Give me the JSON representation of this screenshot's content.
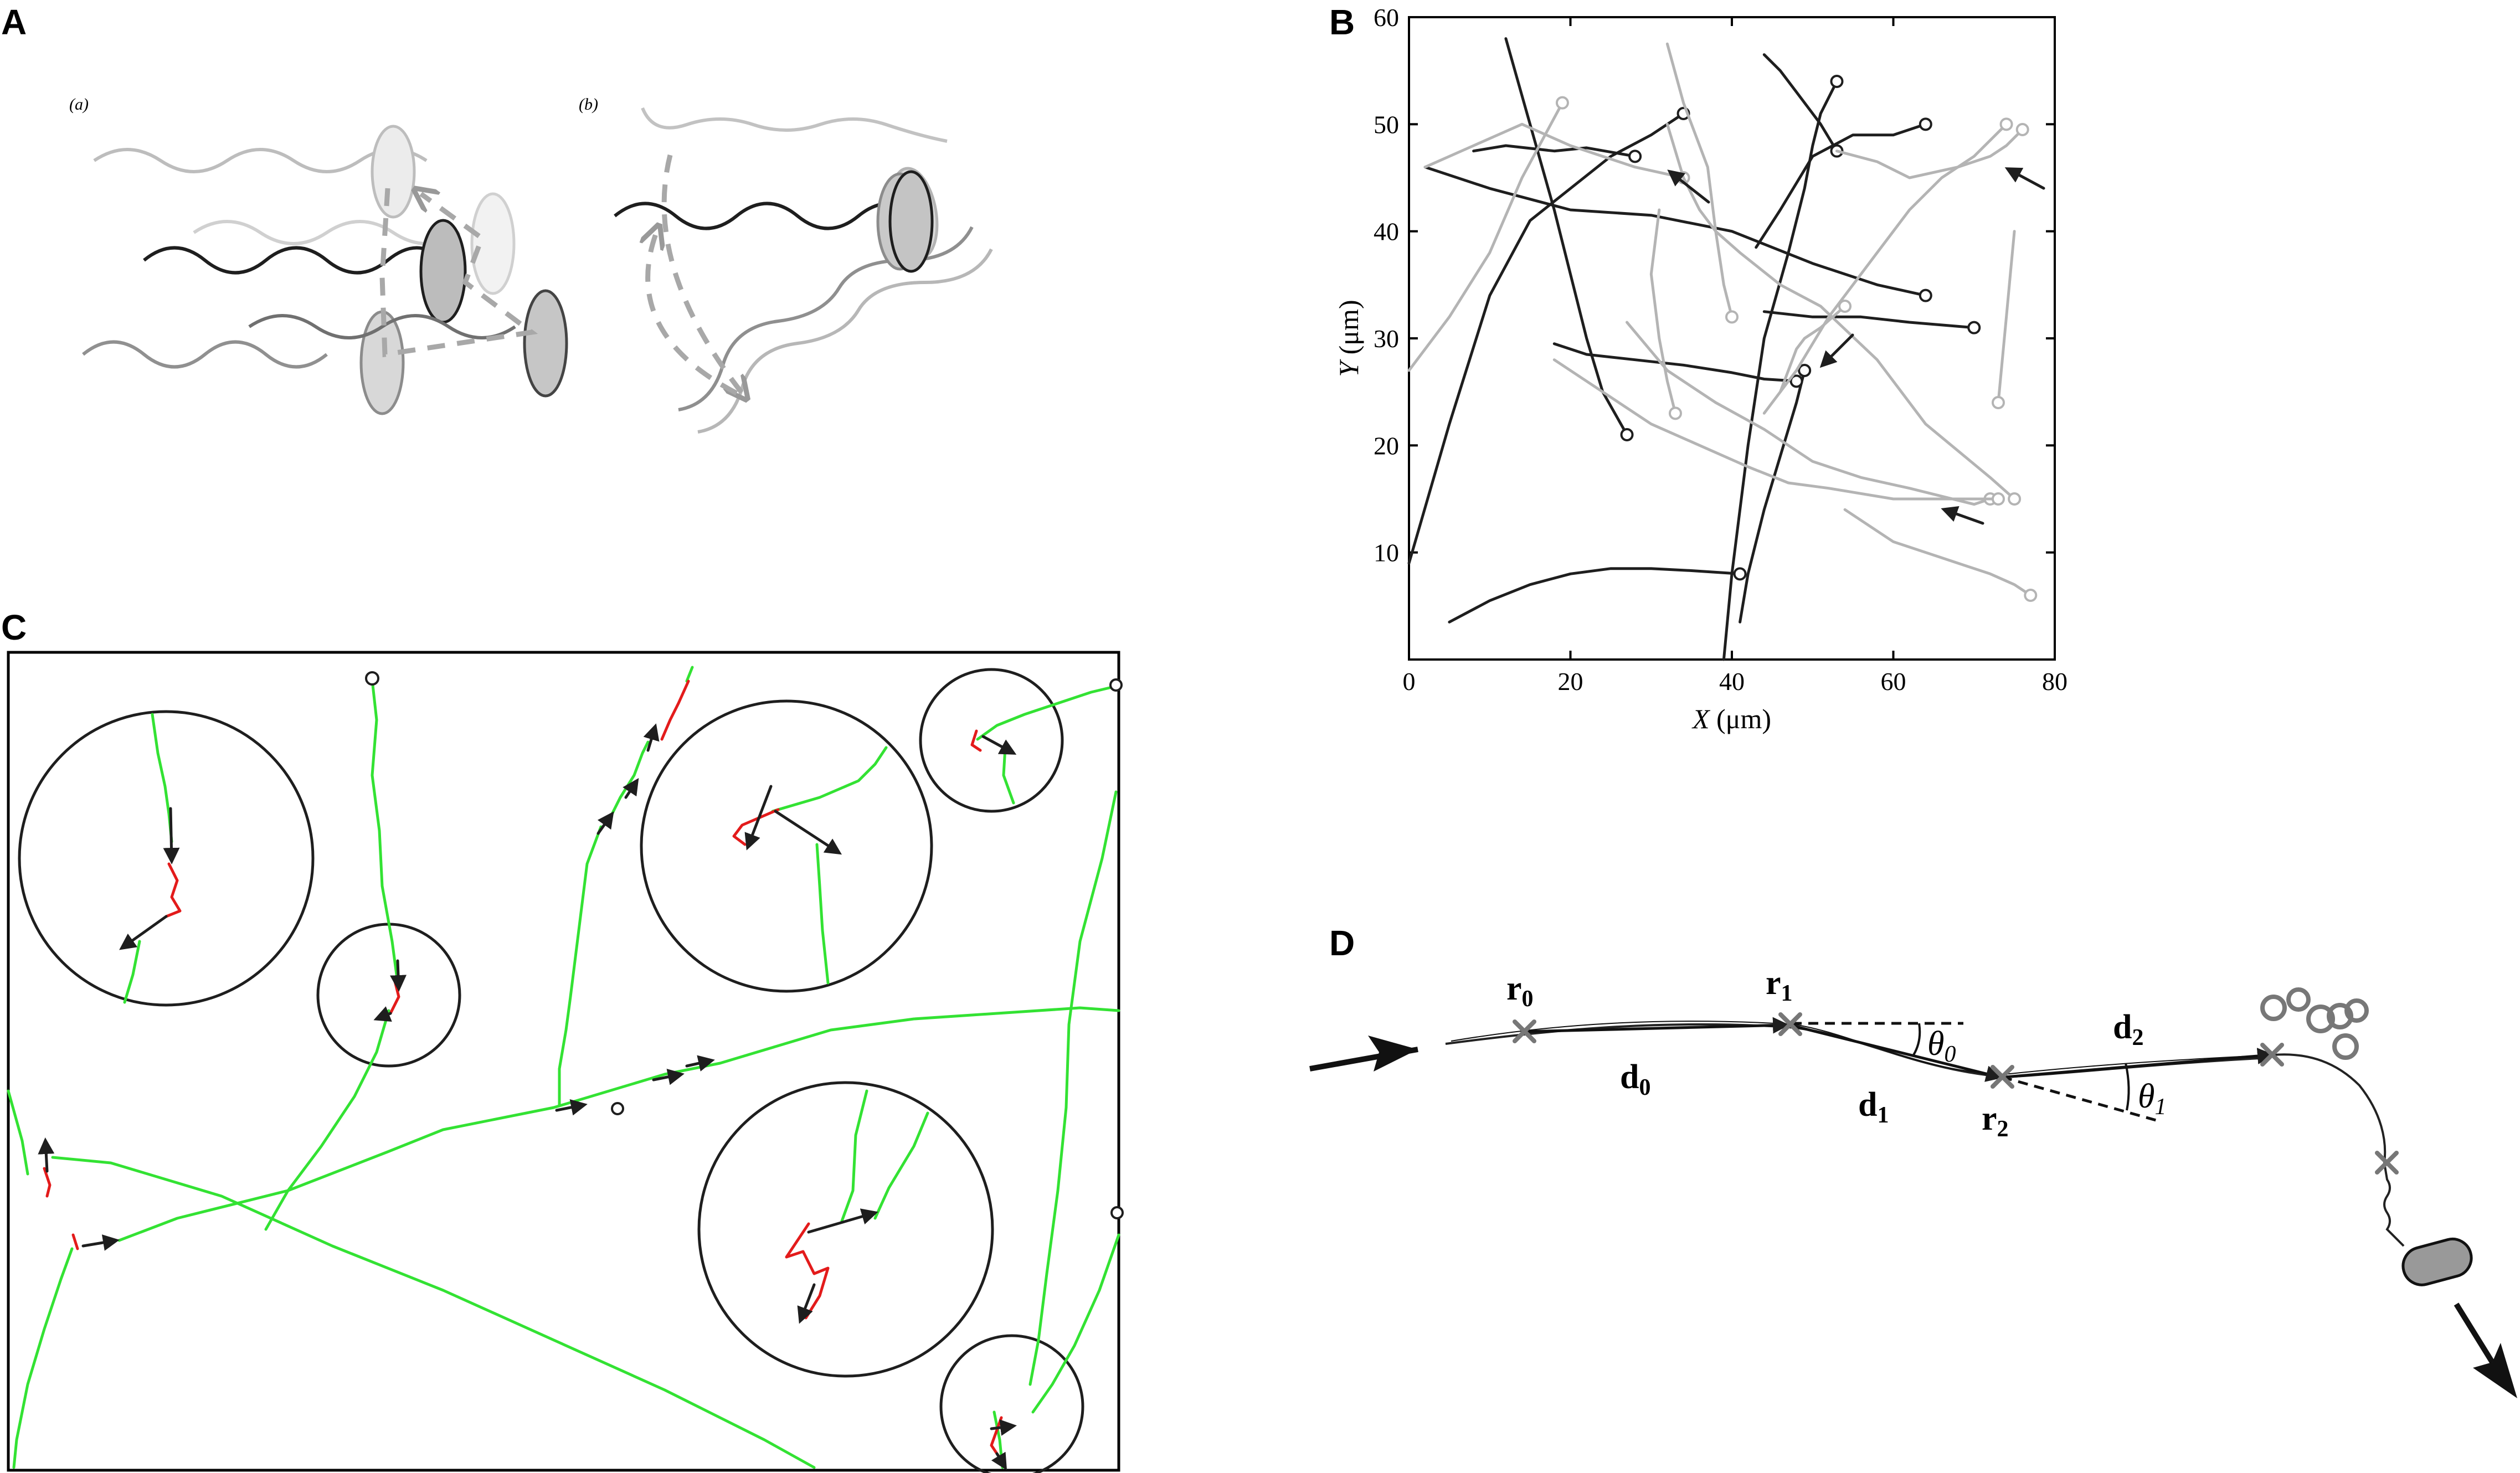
{
  "panels": {
    "A": {
      "letter": "A",
      "sub_a": "(a)",
      "sub_b": "(b)"
    },
    "B": {
      "letter": "B",
      "x_title_var": "X",
      "x_title_unit": " (μm)",
      "y_title_var": "Y",
      "y_title_unit": " (μm)"
    },
    "C": {
      "letter": "C"
    },
    "D": {
      "letter": "D",
      "r0": "r",
      "r0_sub": "0",
      "r1": "r",
      "r1_sub": "1",
      "r2": "r",
      "r2_sub": "2",
      "d0": "d",
      "d0_sub": "0",
      "d1": "d",
      "d1_sub": "1",
      "d2": "d",
      "d2_sub": "2",
      "theta0": "θ",
      "theta0_sub": "0",
      "theta1": "θ",
      "theta1_sub": "1"
    }
  },
  "chart_data": {
    "type": "line",
    "xlabel": "X (μm)",
    "ylabel": "Y (μm)",
    "xlim": [
      0,
      80
    ],
    "ylim": [
      0,
      60
    ],
    "xticks": [
      0,
      20,
      40,
      60,
      80
    ],
    "yticks": [
      10,
      20,
      30,
      40,
      50,
      60
    ],
    "grid": false,
    "colors": {
      "dark": "#1e1e1e",
      "light": "#b4b4b4"
    },
    "series": [
      {
        "color": "dark",
        "x": [
          12,
          15,
          18,
          20,
          22,
          24,
          27
        ],
        "y": [
          58,
          50,
          42,
          36,
          30,
          25,
          21
        ]
      },
      {
        "color": "dark",
        "x": [
          0,
          5,
          10,
          15,
          20,
          25,
          30,
          34
        ],
        "y": [
          9,
          22,
          34,
          41,
          44,
          47,
          49,
          51
        ]
      },
      {
        "color": "dark",
        "x": [
          8,
          12,
          18,
          22,
          28
        ],
        "y": [
          47.5,
          48,
          47.5,
          47.8,
          47
        ]
      },
      {
        "color": "dark",
        "x": [
          2,
          10,
          20,
          30,
          40,
          50,
          58,
          64
        ],
        "y": [
          46,
          44,
          42,
          41.5,
          40,
          37,
          35,
          34
        ]
      },
      {
        "color": "dark",
        "x": [
          43,
          46,
          50,
          55,
          60,
          64
        ],
        "y": [
          38.5,
          42,
          47,
          49,
          49,
          50
        ]
      },
      {
        "color": "dark",
        "x": [
          39,
          40,
          42,
          44,
          47,
          49,
          50,
          51,
          53
        ],
        "y": [
          0,
          8,
          20,
          30,
          38,
          44,
          48,
          51,
          54
        ]
      },
      {
        "color": "dark",
        "x": [
          44,
          46,
          48,
          51,
          53
        ],
        "y": [
          56.5,
          55,
          53,
          50,
          47.5
        ]
      },
      {
        "color": "dark",
        "x": [
          41,
          42,
          44,
          46,
          48,
          49
        ],
        "y": [
          3.5,
          8,
          14,
          19,
          24,
          27
        ]
      },
      {
        "color": "dark",
        "x": [
          44,
          50,
          56,
          62,
          70
        ],
        "y": [
          32.5,
          32,
          32,
          31.5,
          31
        ]
      },
      {
        "color": "dark",
        "x": [
          18,
          22,
          28,
          34,
          40,
          44,
          48
        ],
        "y": [
          29.5,
          28.5,
          28,
          27.5,
          26.8,
          26.2,
          26
        ]
      },
      {
        "color": "dark",
        "x": [
          5,
          10,
          15,
          20,
          25,
          30,
          35,
          41
        ],
        "y": [
          3.5,
          5.5,
          7,
          8,
          8.5,
          8.5,
          8.3,
          8
        ]
      },
      {
        "color": "light",
        "x": [
          0,
          5,
          10,
          14,
          19
        ],
        "y": [
          27,
          32,
          38,
          45,
          52
        ]
      },
      {
        "color": "light",
        "x": [
          2,
          8,
          14,
          20,
          28,
          34
        ],
        "y": [
          46,
          48,
          50,
          48,
          46,
          45
        ]
      },
      {
        "color": "light",
        "x": [
          32,
          34,
          37,
          38,
          39,
          40
        ],
        "y": [
          57.5,
          52,
          46,
          40,
          35,
          32
        ]
      },
      {
        "color": "light",
        "x": [
          32,
          34,
          36,
          38,
          41,
          46,
          51,
          58,
          64,
          72,
          75
        ],
        "y": [
          50,
          45,
          42,
          40,
          38,
          35,
          33,
          28,
          22,
          17,
          15
        ]
      },
      {
        "color": "light",
        "x": [
          31,
          30,
          31,
          32,
          33
        ],
        "y": [
          42,
          36,
          30,
          26,
          23
        ]
      },
      {
        "color": "light",
        "x": [
          27,
          32,
          38,
          44,
          50,
          56,
          62,
          70,
          72
        ],
        "y": [
          31.5,
          27,
          24,
          21.5,
          18.5,
          17,
          16,
          14.5,
          15
        ]
      },
      {
        "color": "light",
        "x": [
          18,
          24,
          30,
          36,
          42,
          47,
          52,
          60,
          70,
          73
        ],
        "y": [
          28,
          25,
          22,
          20,
          18,
          16.5,
          16,
          15,
          15,
          15
        ]
      },
      {
        "color": "light",
        "x": [
          46,
          47,
          48,
          49,
          51,
          54
        ],
        "y": [
          25,
          27,
          29,
          30,
          31,
          33
        ]
      },
      {
        "color": "light",
        "x": [
          53,
          58,
          62,
          68,
          72,
          74,
          76
        ],
        "y": [
          47.5,
          46.5,
          45,
          46,
          47,
          48,
          49.5
        ]
      },
      {
        "color": "light",
        "x": [
          54,
          60,
          66,
          72,
          75,
          77
        ],
        "y": [
          14,
          11,
          9.5,
          8,
          7,
          6
        ]
      },
      {
        "color": "light",
        "x": [
          75,
          74.5,
          74,
          73.5,
          73
        ],
        "y": [
          40,
          36,
          32,
          28,
          24
        ]
      },
      {
        "color": "light",
        "x": [
          44,
          48,
          52,
          58,
          62,
          66,
          70,
          74
        ],
        "y": [
          23,
          27,
          32,
          38,
          42,
          45,
          47,
          50
        ]
      }
    ]
  }
}
